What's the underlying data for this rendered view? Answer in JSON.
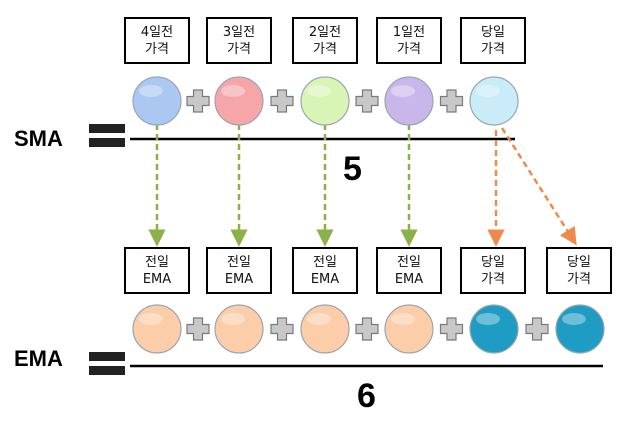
{
  "sma": {
    "term": "SMA",
    "denominator": "5",
    "boxes": [
      {
        "line1": "4일전",
        "line2": "가격"
      },
      {
        "line1": "3일전",
        "line2": "가격"
      },
      {
        "line1": "2일전",
        "line2": "가격"
      },
      {
        "line1": "1일전",
        "line2": "가격"
      },
      {
        "line1": "당일",
        "line2": "가격"
      }
    ],
    "circle_colors": [
      "#aac8f2",
      "#f6a5a8",
      "#d9f5b6",
      "#c9b6ea",
      "#c9ecf8"
    ]
  },
  "ema": {
    "term": "EMA",
    "denominator": "6",
    "boxes": [
      {
        "line1": "전일",
        "line2": "EMA"
      },
      {
        "line1": "전일",
        "line2": "EMA"
      },
      {
        "line1": "전일",
        "line2": "EMA"
      },
      {
        "line1": "전일",
        "line2": "EMA"
      },
      {
        "line1": "당일",
        "line2": "가격"
      },
      {
        "line1": "당일",
        "line2": "가격"
      }
    ],
    "circle_colors": [
      "#fbcda8",
      "#fbcda8",
      "#fbcda8",
      "#fbcda8",
      "#1f9cc3",
      "#1f9cc3"
    ]
  },
  "colors": {
    "arrow_green": "#8cb04a",
    "arrow_orange": "#f08a4b",
    "plus_fill": "#c8c8c8",
    "plus_stroke": "#7a7a7a"
  },
  "icons": [
    "plus-icon",
    "equals-icon",
    "arrow-down-icon"
  ]
}
